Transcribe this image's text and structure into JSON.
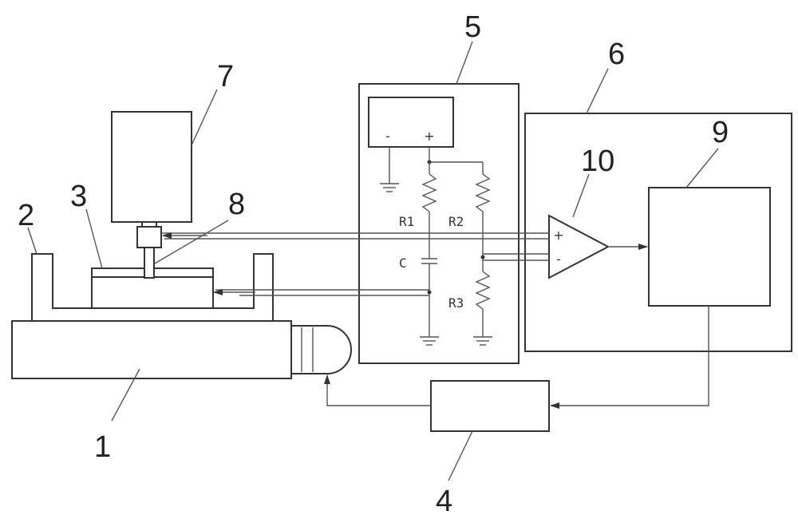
{
  "callouts": {
    "n1": "1",
    "n2": "2",
    "n3": "3",
    "n4": "4",
    "n5": "5",
    "n6": "6",
    "n7": "7",
    "n8": "8",
    "n9": "9",
    "n10": "10"
  },
  "circuit": {
    "r1": "R1",
    "r2": "R2",
    "r3": "R3",
    "c": "C",
    "source_minus": "-",
    "source_plus": "+",
    "opamp_plus": "+",
    "opamp_minus": "-"
  }
}
